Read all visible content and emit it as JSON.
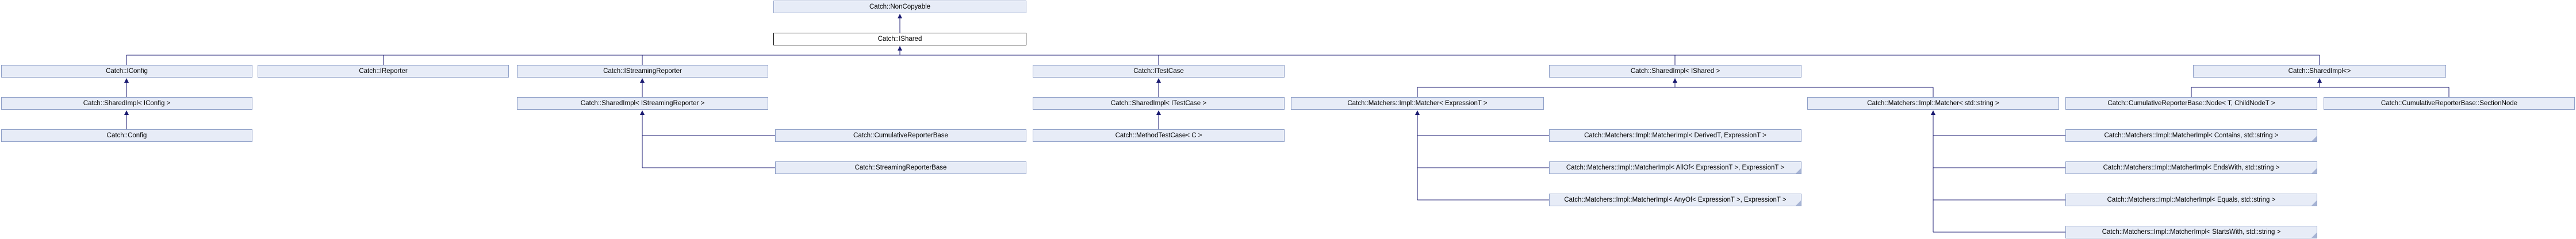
{
  "diagram": {
    "type": "class-inheritance-graph",
    "background_color": "#ffffff",
    "colors": {
      "node_fill": "#e7ecf7",
      "node_border": "#8fa0c8",
      "highlight_node_fill": "#ffffff",
      "highlight_node_border": "#000000",
      "edge": "#191970",
      "text": "#000000",
      "fold_corner": "#a6b3d4"
    },
    "highlighted_node": "Catch::IShared",
    "nodes": [
      {
        "label": "Catch::NonCopyable"
      },
      {
        "label": "Catch::IShared"
      },
      {
        "label": "Catch::IConfig"
      },
      {
        "label": "Catch::IReporter"
      },
      {
        "label": "Catch::IStreamingReporter"
      },
      {
        "label": "Catch::ITestCase"
      },
      {
        "label": "Catch::SharedImpl< IShared >"
      },
      {
        "label": "Catch::SharedImpl<>"
      },
      {
        "label": "Catch::SharedImpl< IConfig >"
      },
      {
        "label": "Catch::SharedImpl< IStreamingReporter >"
      },
      {
        "label": "Catch::SharedImpl< ITestCase >"
      },
      {
        "label": "Catch::Matchers::Impl::Matcher< ExpressionT >"
      },
      {
        "label": "Catch::Matchers::Impl::Matcher< std::string >"
      },
      {
        "label": "Catch::CumulativeReporterBase::Node< T, ChildNodeT >"
      },
      {
        "label": "Catch::CumulativeReporterBase::SectionNode"
      },
      {
        "label": "Catch::Config"
      },
      {
        "label": "Catch::CumulativeReporterBase"
      },
      {
        "label": "Catch::MethodTestCase< C >"
      },
      {
        "label": "Catch::Matchers::Impl::MatcherImpl< DerivedT, ExpressionT >"
      },
      {
        "label": "Catch::Matchers::Impl::MatcherImpl< Contains, std::string >"
      },
      {
        "label": "Catch::StreamingReporterBase"
      },
      {
        "label": "Catch::Matchers::Impl::MatcherImpl< AllOf< ExpressionT >, ExpressionT >"
      },
      {
        "label": "Catch::Matchers::Impl::MatcherImpl< EndsWith, std::string >"
      },
      {
        "label": "Catch::Matchers::Impl::MatcherImpl< AnyOf< ExpressionT >, ExpressionT >"
      },
      {
        "label": "Catch::Matchers::Impl::MatcherImpl< Equals, std::string >"
      },
      {
        "label": "Catch::Matchers::Impl::MatcherImpl< StartsWith, std::string >"
      }
    ],
    "edges": [
      {
        "derived": "Catch::IShared",
        "base": "Catch::NonCopyable"
      },
      {
        "derived": "Catch::IConfig",
        "base": "Catch::IShared"
      },
      {
        "derived": "Catch::IReporter",
        "base": "Catch::IShared"
      },
      {
        "derived": "Catch::IStreamingReporter",
        "base": "Catch::IShared"
      },
      {
        "derived": "Catch::ITestCase",
        "base": "Catch::IShared"
      },
      {
        "derived": "Catch::SharedImpl< IShared >",
        "base": "Catch::IShared"
      },
      {
        "derived": "Catch::SharedImpl<>",
        "base": "Catch::IShared"
      },
      {
        "derived": "Catch::SharedImpl< IConfig >",
        "base": "Catch::IConfig"
      },
      {
        "derived": "Catch::Config",
        "base": "Catch::SharedImpl< IConfig >"
      },
      {
        "derived": "Catch::SharedImpl< IStreamingReporter >",
        "base": "Catch::IStreamingReporter"
      },
      {
        "derived": "Catch::CumulativeReporterBase",
        "base": "Catch::SharedImpl< IStreamingReporter >"
      },
      {
        "derived": "Catch::StreamingReporterBase",
        "base": "Catch::SharedImpl< IStreamingReporter >"
      },
      {
        "derived": "Catch::SharedImpl< ITestCase >",
        "base": "Catch::ITestCase"
      },
      {
        "derived": "Catch::MethodTestCase< C >",
        "base": "Catch::SharedImpl< ITestCase >"
      },
      {
        "derived": "Catch::Matchers::Impl::Matcher< ExpressionT >",
        "base": "Catch::SharedImpl< IShared >"
      },
      {
        "derived": "Catch::Matchers::Impl::Matcher< std::string >",
        "base": "Catch::SharedImpl< IShared >"
      },
      {
        "derived": "Catch::Matchers::Impl::MatcherImpl< DerivedT, ExpressionT >",
        "base": "Catch::Matchers::Impl::Matcher< ExpressionT >"
      },
      {
        "derived": "Catch::Matchers::Impl::MatcherImpl< AllOf< ExpressionT >, ExpressionT >",
        "base": "Catch::Matchers::Impl::Matcher< ExpressionT >"
      },
      {
        "derived": "Catch::Matchers::Impl::MatcherImpl< AnyOf< ExpressionT >, ExpressionT >",
        "base": "Catch::Matchers::Impl::Matcher< ExpressionT >"
      },
      {
        "derived": "Catch::Matchers::Impl::MatcherImpl< Contains, std::string >",
        "base": "Catch::Matchers::Impl::Matcher< std::string >"
      },
      {
        "derived": "Catch::Matchers::Impl::MatcherImpl< EndsWith, std::string >",
        "base": "Catch::Matchers::Impl::Matcher< std::string >"
      },
      {
        "derived": "Catch::Matchers::Impl::MatcherImpl< Equals, std::string >",
        "base": "Catch::Matchers::Impl::Matcher< std::string >"
      },
      {
        "derived": "Catch::Matchers::Impl::MatcherImpl< StartsWith, std::string >",
        "base": "Catch::Matchers::Impl::Matcher< std::string >"
      },
      {
        "derived": "Catch::CumulativeReporterBase::Node< T, ChildNodeT >",
        "base": "Catch::SharedImpl<>"
      },
      {
        "derived": "Catch::CumulativeReporterBase::SectionNode",
        "base": "Catch::SharedImpl<>"
      }
    ]
  }
}
